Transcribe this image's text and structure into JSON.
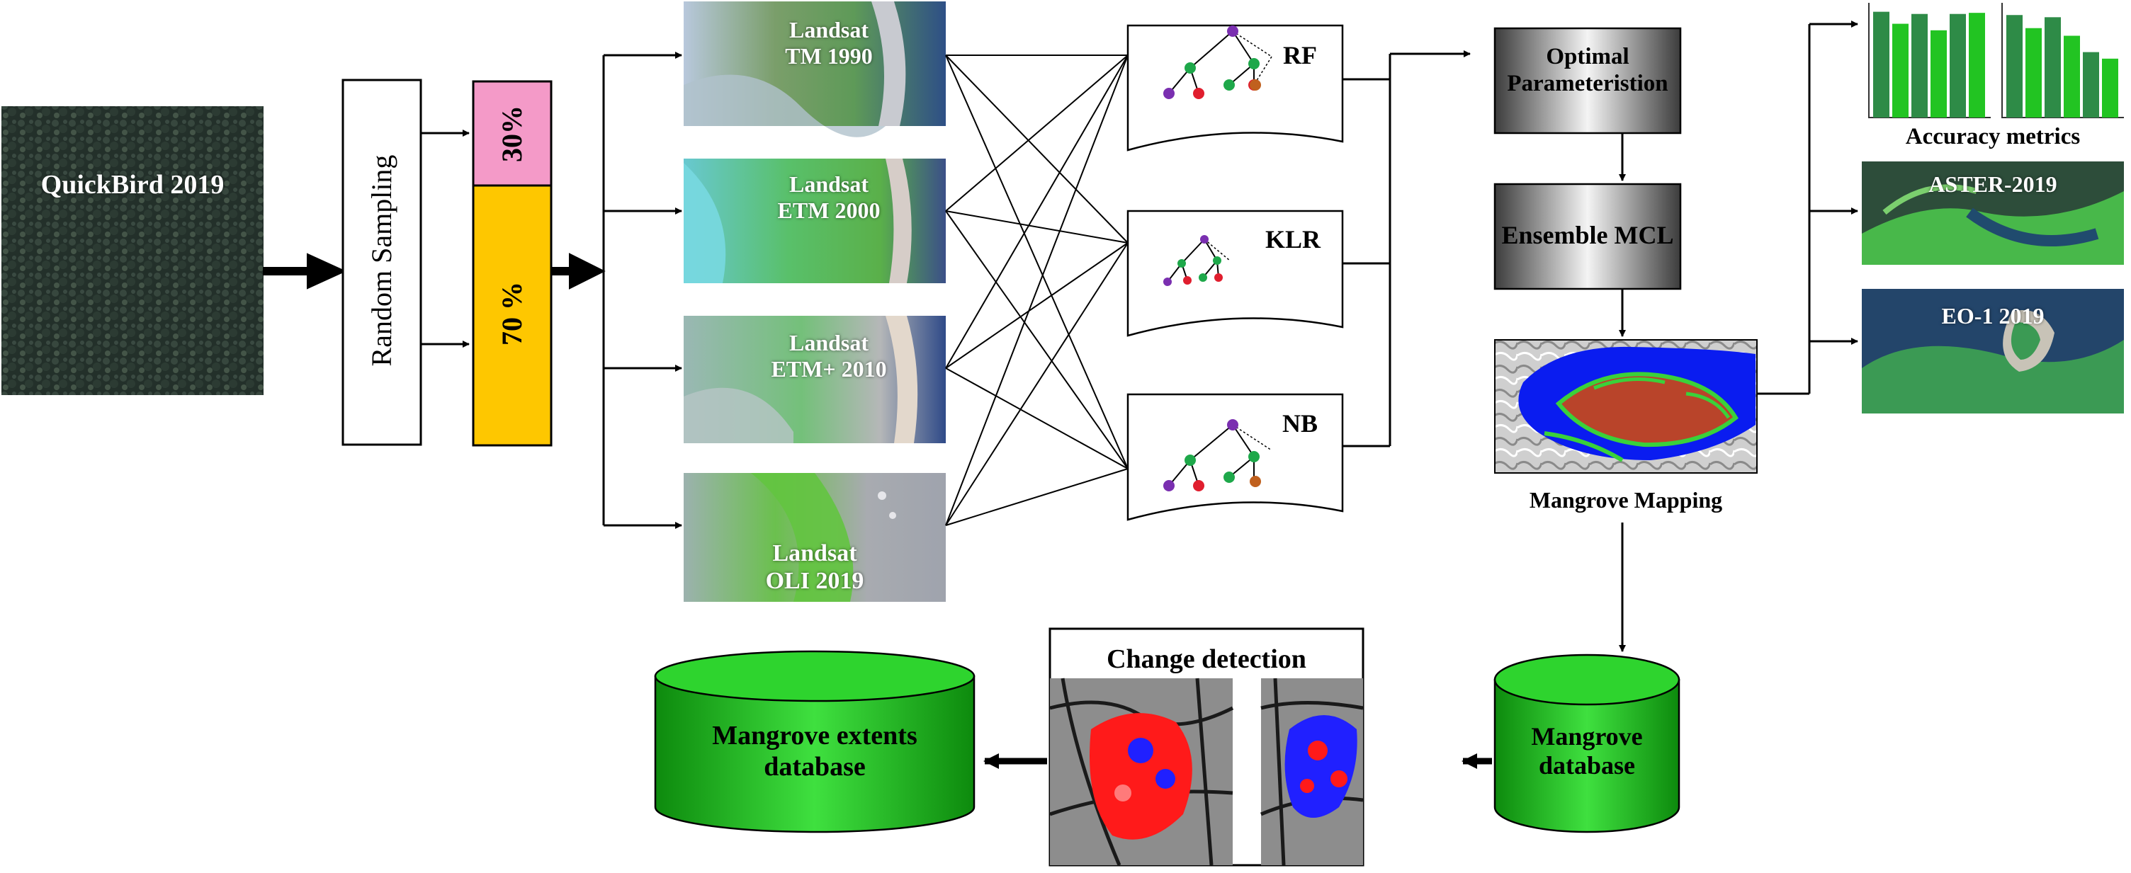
{
  "quickbird": {
    "label": "QuickBird 2019"
  },
  "sampling": {
    "label": "Random Sampling",
    "pct_30": "30%",
    "pct_70": "70 %"
  },
  "landsat": [
    {
      "label": "Landsat\nTM 1990"
    },
    {
      "label": "Landsat\nETM 2000"
    },
    {
      "label": "Landsat\nETM+ 2010"
    },
    {
      "label": "Landsat\nOLI 2019"
    }
  ],
  "models": [
    {
      "label": "RF"
    },
    {
      "label": "KLR"
    },
    {
      "label": "NB"
    }
  ],
  "pipeline": {
    "optimal": "Optimal\nParameteristion",
    "ensemble": "Ensemble MCL",
    "mapping_caption": "Mangrove Mapping"
  },
  "validation": {
    "accuracy_caption": "Accuracy metrics",
    "aster": "ASTER-2019",
    "eo1": "EO-1 2019",
    "accuracy_chart": {
      "type": "bar",
      "panels": [
        {
          "values": [
            0.97,
            0.86,
            0.95,
            0.8,
            0.95,
            0.96
          ]
        },
        {
          "values": [
            0.94,
            0.82,
            0.92,
            0.75,
            0.6,
            0.54
          ]
        }
      ],
      "series_colors": [
        "#2e8b47",
        "#22c422"
      ]
    }
  },
  "outputs": {
    "mangrove_db": "Mangrove\ndatabase",
    "change_detection": "Change detection",
    "extents_db": "Mangrove extents\ndatabase"
  },
  "colors": {
    "pink": "#f49ac8",
    "yellow": "#fec700",
    "db_green": "#1fc21f",
    "water_blue": "#0a1cf0",
    "change_red": "#ff1a1a"
  }
}
